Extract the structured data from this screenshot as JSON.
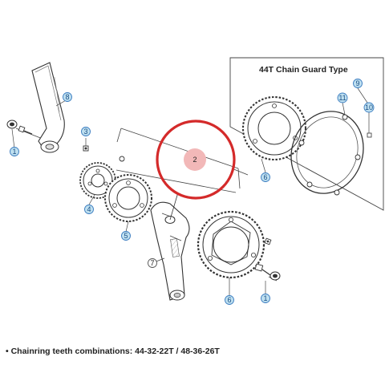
{
  "guard_title": "44T Chain Guard Type",
  "caption": "• Chainring teeth combinations: 44-32-22T / 48-36-26T",
  "callouts": {
    "c1_top": "1",
    "c1_bottom": "1",
    "c2": "2",
    "c3": "3",
    "c4": "4",
    "c5": "5",
    "c6_guard": "6",
    "c6_main": "6",
    "c7": "7",
    "c8": "8",
    "c9": "9",
    "c10": "10",
    "c11": "11"
  },
  "colors": {
    "callout_fill": "#bfe0f0",
    "callout_stroke": "#3a7cc0",
    "highlight_ring": "#d42a2a",
    "highlight_fill": "#f2b8b8",
    "line_art": "#333333"
  }
}
